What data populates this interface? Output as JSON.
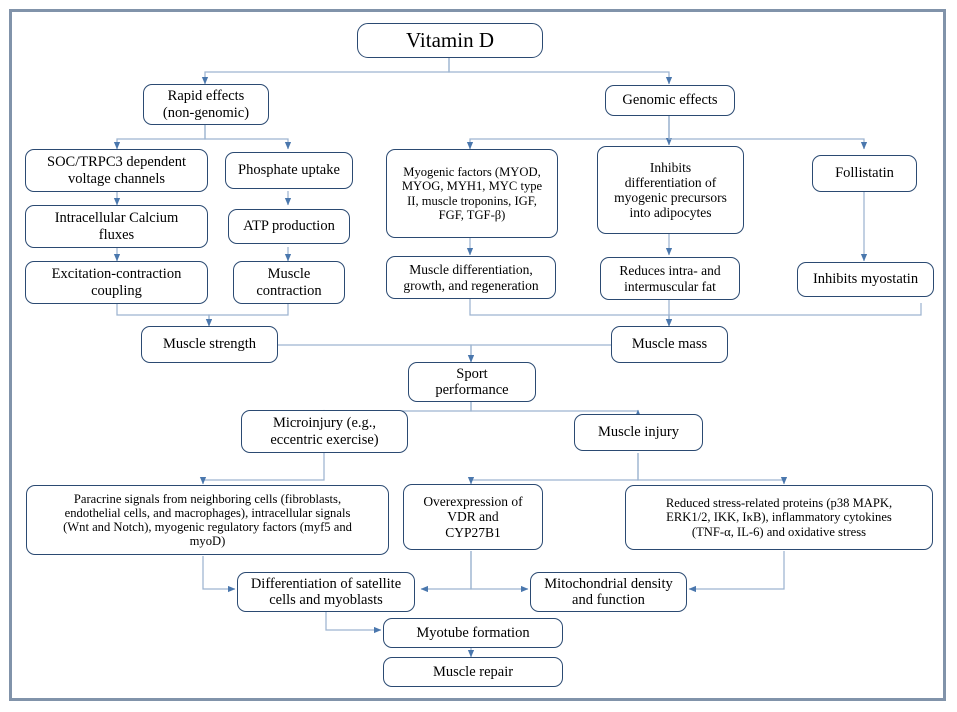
{
  "diagram": {
    "title": "Vitamin D effects on muscle flowchart",
    "frame_color": "#8193aa",
    "node_border_color": "#2b4a72",
    "connector_color": "#7e9ec4",
    "arrow_color": "#4a77ad",
    "background": "#ffffff"
  },
  "nodes": {
    "vitamin_d": "Vitamin D",
    "rapid_effects": "Rapid effects\n(non-genomic)",
    "genomic_effects": "Genomic effects",
    "soc_trpc3": "SOC/TRPC3 dependent\nvoltage channels",
    "phosphate_uptake": "Phosphate uptake",
    "myogenic_factors": "Myogenic factors (MYOD,\nMYOG, MYH1, MYC type\nII, muscle troponins, IGF,\nFGF, TGF-β)",
    "inhibits_differentiation": "Inhibits\ndifferentiation of\nmyogenic precursors\ninto adipocytes",
    "follistatin": "Follistatin",
    "intracellular_calcium": "Intracellular Calcium\nfluxes",
    "atp_production": "ATP production",
    "excitation_contraction": "Excitation-contraction\ncoupling",
    "muscle_contraction": "Muscle\ncontraction",
    "muscle_differentiation": "Muscle differentiation,\ngrowth, and regeneration",
    "reduces_fat": "Reduces intra- and\nintermuscular fat",
    "inhibits_myostatin": "Inhibits myostatin",
    "muscle_strength": "Muscle strength",
    "muscle_mass": "Muscle mass",
    "sport_performance": "Sport\nperformance",
    "microinjury": "Microinjury (e.g.,\neccentric exercise)",
    "muscle_injury": "Muscle injury",
    "paracrine_signals": "Paracrine signals from neighboring cells (fibroblasts,\nendothelial cells, and macrophages), intracellular signals\n(Wnt and Notch), myogenic regulatory factors (myf5 and\nmyoD)",
    "overexpression_vdr": "Overexpression of\nVDR and\nCYP27B1",
    "reduced_stress_proteins": "Reduced stress-related proteins (p38 MAPK,\nERK1/2, IKK, IκB), inflammatory cytokines\n(TNF-α, IL-6) and oxidative stress",
    "differentiation_satellite": "Differentiation of satellite\ncells and myoblasts",
    "mitochondrial_density": "Mitochondrial density\nand function",
    "myotube_formation": "Myotube formation",
    "muscle_repair": "Muscle repair"
  }
}
